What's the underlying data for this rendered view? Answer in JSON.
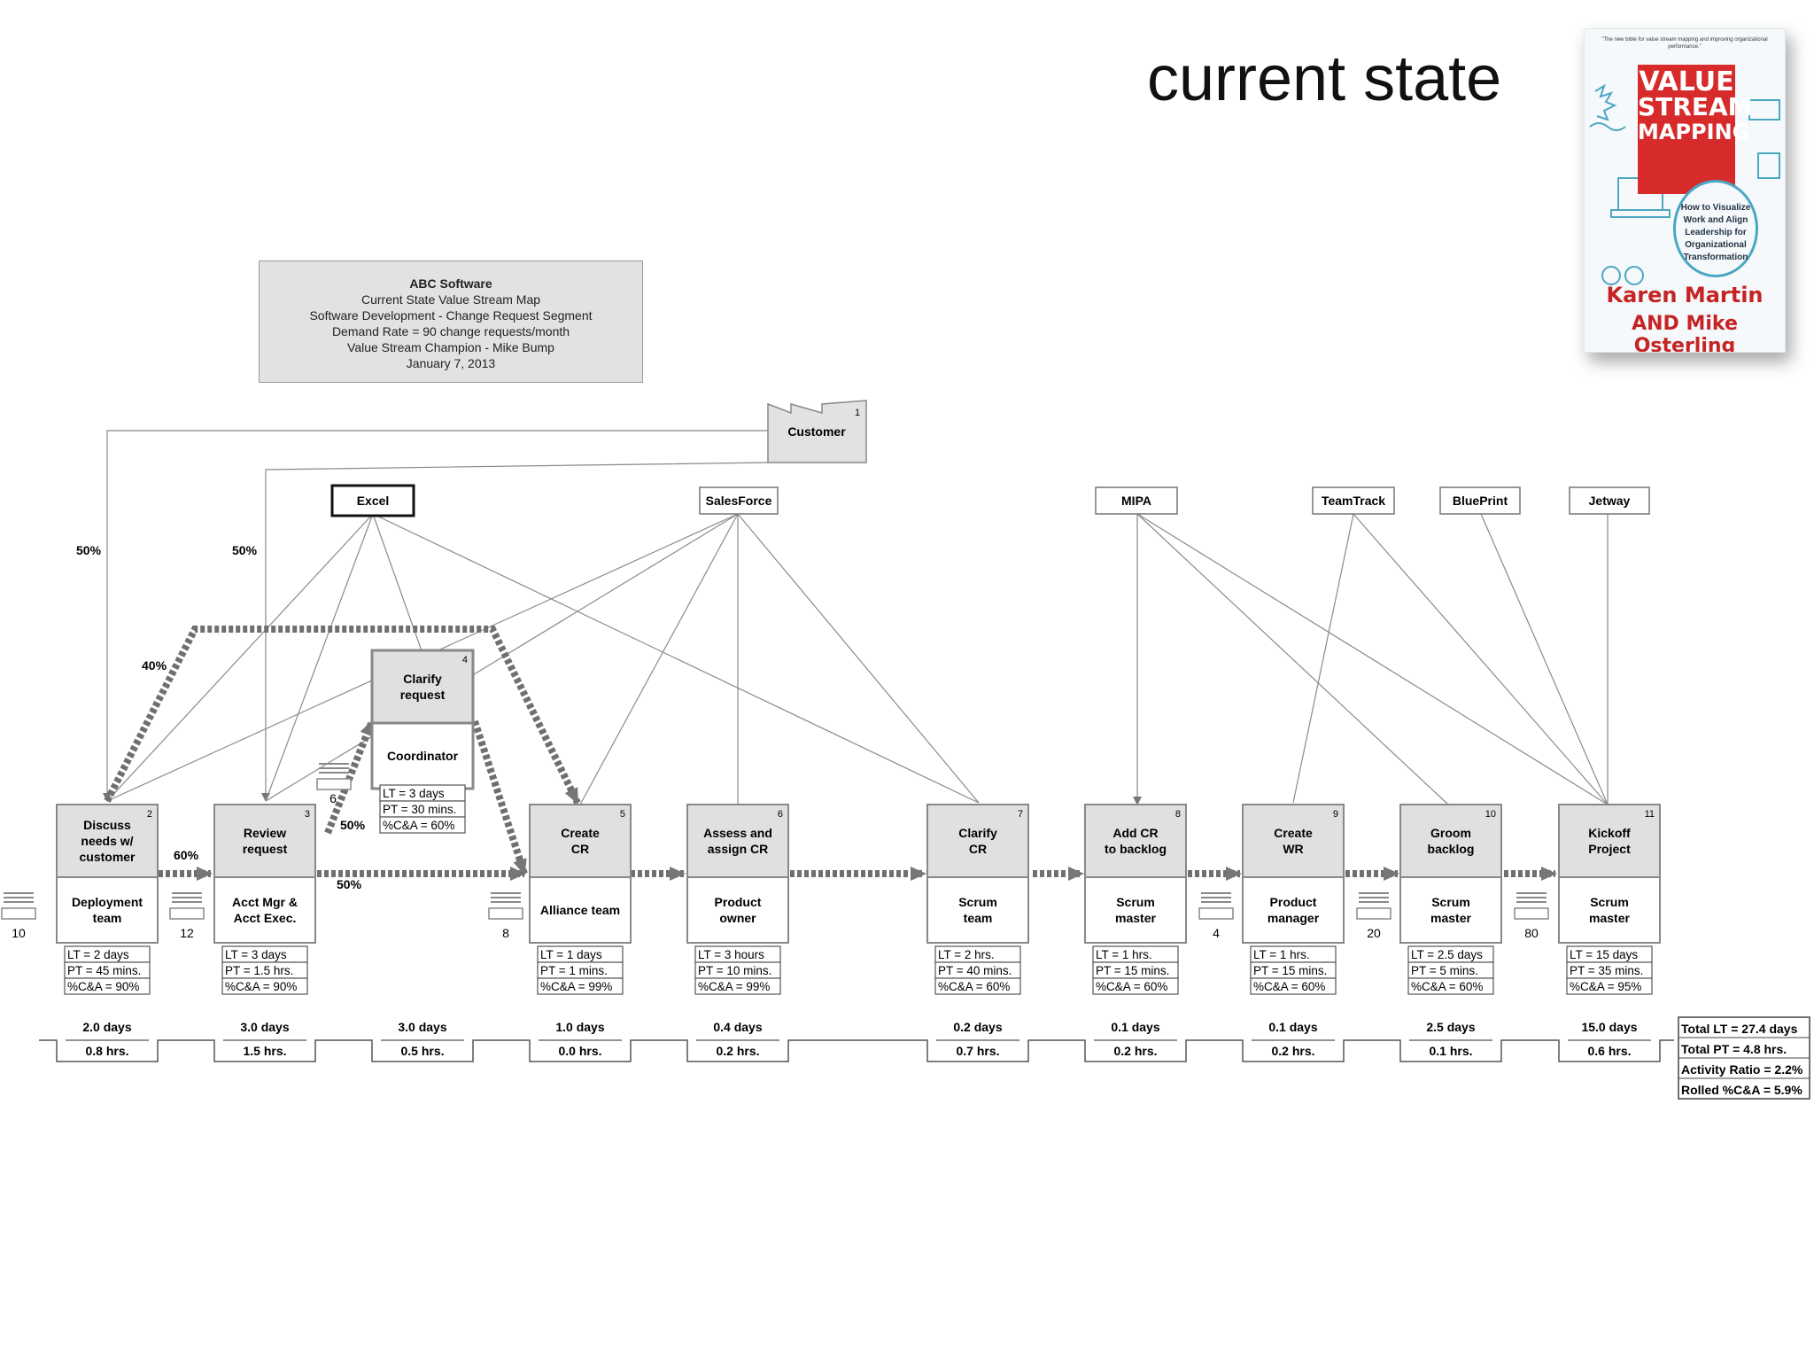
{
  "slide_title": "current state",
  "header": {
    "company": "ABC Software",
    "lines": [
      "Current State Value Stream Map",
      "Software Development - Change Request Segment",
      "Demand Rate = 90 change requests/month",
      "Value Stream Champion - Mike Bump",
      "January 7, 2013"
    ]
  },
  "book": {
    "blurb": "\"The new bible for value stream mapping and improving organizational performance.\"",
    "title_lines": [
      "VALUE",
      "STREAM",
      "MAPPING"
    ],
    "subtitle": "How to Visualize Work and Align Leadership for Organizational Transformation",
    "author1": "Karen Martin",
    "author2": "AND Mike Osterling"
  },
  "customer": {
    "label": "Customer",
    "number": "1"
  },
  "systems": [
    "Excel",
    "SalesForce",
    "MIPA",
    "TeamTrack",
    "BluePrint",
    "Jetway"
  ],
  "processes": [
    {
      "num": "2",
      "name": [
        "Discuss",
        "needs w/",
        "customer"
      ],
      "who": [
        "Deployment",
        "team"
      ],
      "lt": "LT = 2 days",
      "pt": "PT = 45 mins.",
      "ca": "%C&A = 90%"
    },
    {
      "num": "3",
      "name": [
        "Review",
        "request"
      ],
      "who": [
        "Acct Mgr &",
        "Acct Exec."
      ],
      "lt": "LT = 3 days",
      "pt": "PT = 1.5 hrs.",
      "ca": "%C&A = 90%"
    },
    {
      "num": "4",
      "name": [
        "Clarify",
        "request"
      ],
      "who": [
        "Coordinator"
      ],
      "lt": "LT = 3 days",
      "pt": "PT = 30 mins.",
      "ca": "%C&A = 60%"
    },
    {
      "num": "5",
      "name": [
        "Create",
        "CR"
      ],
      "who": [
        "Alliance team"
      ],
      "lt": "LT = 1 days",
      "pt": "PT = 1 mins.",
      "ca": "%C&A = 99%"
    },
    {
      "num": "6",
      "name": [
        "Assess and",
        "assign CR"
      ],
      "who": [
        "Product",
        "owner"
      ],
      "lt": "LT = 3 hours",
      "pt": "PT = 10 mins.",
      "ca": "%C&A = 99%"
    },
    {
      "num": "7",
      "name": [
        "Clarify",
        "CR"
      ],
      "who": [
        "Scrum",
        "team"
      ],
      "lt": "LT = 2 hrs.",
      "pt": "PT = 40 mins.",
      "ca": "%C&A = 60%"
    },
    {
      "num": "8",
      "name": [
        "Add CR",
        "to backlog"
      ],
      "who": [
        "Scrum",
        "master"
      ],
      "lt": "LT = 1 hrs.",
      "pt": "PT = 15 mins.",
      "ca": "%C&A = 60%"
    },
    {
      "num": "9",
      "name": [
        "Create",
        "WR"
      ],
      "who": [
        "Product",
        "manager"
      ],
      "lt": "LT = 1 hrs.",
      "pt": "PT = 15 mins.",
      "ca": "%C&A = 60%"
    },
    {
      "num": "10",
      "name": [
        "Groom",
        "backlog"
      ],
      "who": [
        "Scrum",
        "master"
      ],
      "lt": "LT = 2.5 days",
      "pt": "PT = 5 mins.",
      "ca": "%C&A = 60%"
    },
    {
      "num": "11",
      "name": [
        "Kickoff",
        "Project"
      ],
      "who": [
        "Scrum",
        "master"
      ],
      "lt": "LT = 15 days",
      "pt": "PT = 35 mins.",
      "ca": "%C&A = 95%"
    }
  ],
  "inventory": [
    "10",
    "12",
    "6",
    "8",
    "4",
    "20",
    "80"
  ],
  "flow_percents": [
    "50%",
    "50%",
    "40%",
    "60%",
    "50%",
    "50%"
  ],
  "timeline": [
    {
      "lt": "2.0 days",
      "pt": "0.8 hrs."
    },
    {
      "lt": "3.0 days",
      "pt": "1.5 hrs."
    },
    {
      "lt": "3.0 days",
      "pt": "0.5 hrs."
    },
    {
      "lt": "1.0 days",
      "pt": "0.0 hrs."
    },
    {
      "lt": "0.4 days",
      "pt": "0.2 hrs."
    },
    {
      "lt": "0.2 days",
      "pt": "0.7 hrs."
    },
    {
      "lt": "0.1 days",
      "pt": "0.2 hrs."
    },
    {
      "lt": "0.1 days",
      "pt": "0.2 hrs."
    },
    {
      "lt": "2.5 days",
      "pt": "0.1 hrs."
    },
    {
      "lt": "15.0 days",
      "pt": "0.6 hrs."
    }
  ],
  "totals": [
    "Total LT = 27.4 days",
    "Total PT = 4.8 hrs.",
    "Activity Ratio = 2.2%",
    "Rolled %C&A = 5.9%"
  ]
}
